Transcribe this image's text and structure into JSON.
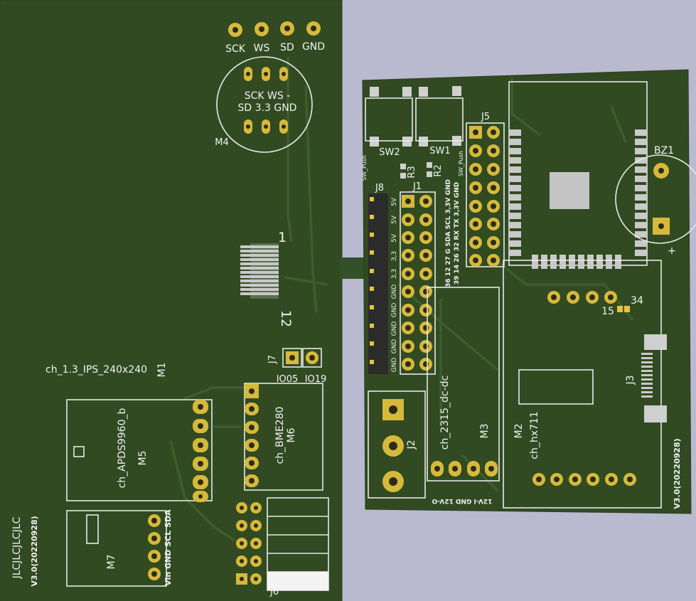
{
  "left_board": {
    "mic_top_labels": [
      "SCK",
      "WS",
      "SD",
      "GND"
    ],
    "mic_inner_row1": "SCK WS  -",
    "mic_inner_row2": "SD 3.3 GND",
    "mic_ref": "M4",
    "fpc_pin_first": "1",
    "fpc_pin_last": "12",
    "display_label": "ch_1.3_IPS_240x240",
    "display_ref": "M1",
    "j7_ref": "J7",
    "j7_pins": [
      "IO05",
      "IO19"
    ],
    "apds_label": "ch_APDS9960_b",
    "apds_ref": "M5",
    "bme_label": "ch_BME280",
    "bme_ref": "M6",
    "m7_ref": "M7",
    "m7_pins": "Vin GND SCL SDA",
    "jlc_text": "JLCJLCJLCJLC",
    "version": "V3.0(20220928)",
    "j6_ref": "J6"
  },
  "right_board": {
    "sw2": "SW2",
    "sw1": "SW1",
    "sw_push_left": "SW_Push",
    "sw_push_right": "SW_Push",
    "r3": "R3",
    "r2": "R2",
    "j8": "J8",
    "j1": "J1",
    "j5": "J5",
    "j5_col1": "36 12 27 G SDA SCL 3,3V GND",
    "j5_col2": "39 14 26 32 RX TX 3,3V GND",
    "j1_pin_labels": [
      "5V",
      "5V",
      "5V",
      "3,3",
      "3,3",
      "GND",
      "GND",
      "GND",
      "GND",
      "GND"
    ],
    "bz1": "BZ1",
    "bz_plus": "+",
    "pin_15": "15",
    "pin_34": "34",
    "j2": "J2",
    "dcdc_label": "ch_2315_dc-dc",
    "m3": "M3",
    "power_label": "12V-I GND 12V-O",
    "m2": "M2",
    "hx711_label": "ch_hx711",
    "j3": "J3",
    "version": "V3.0(20220928)"
  }
}
